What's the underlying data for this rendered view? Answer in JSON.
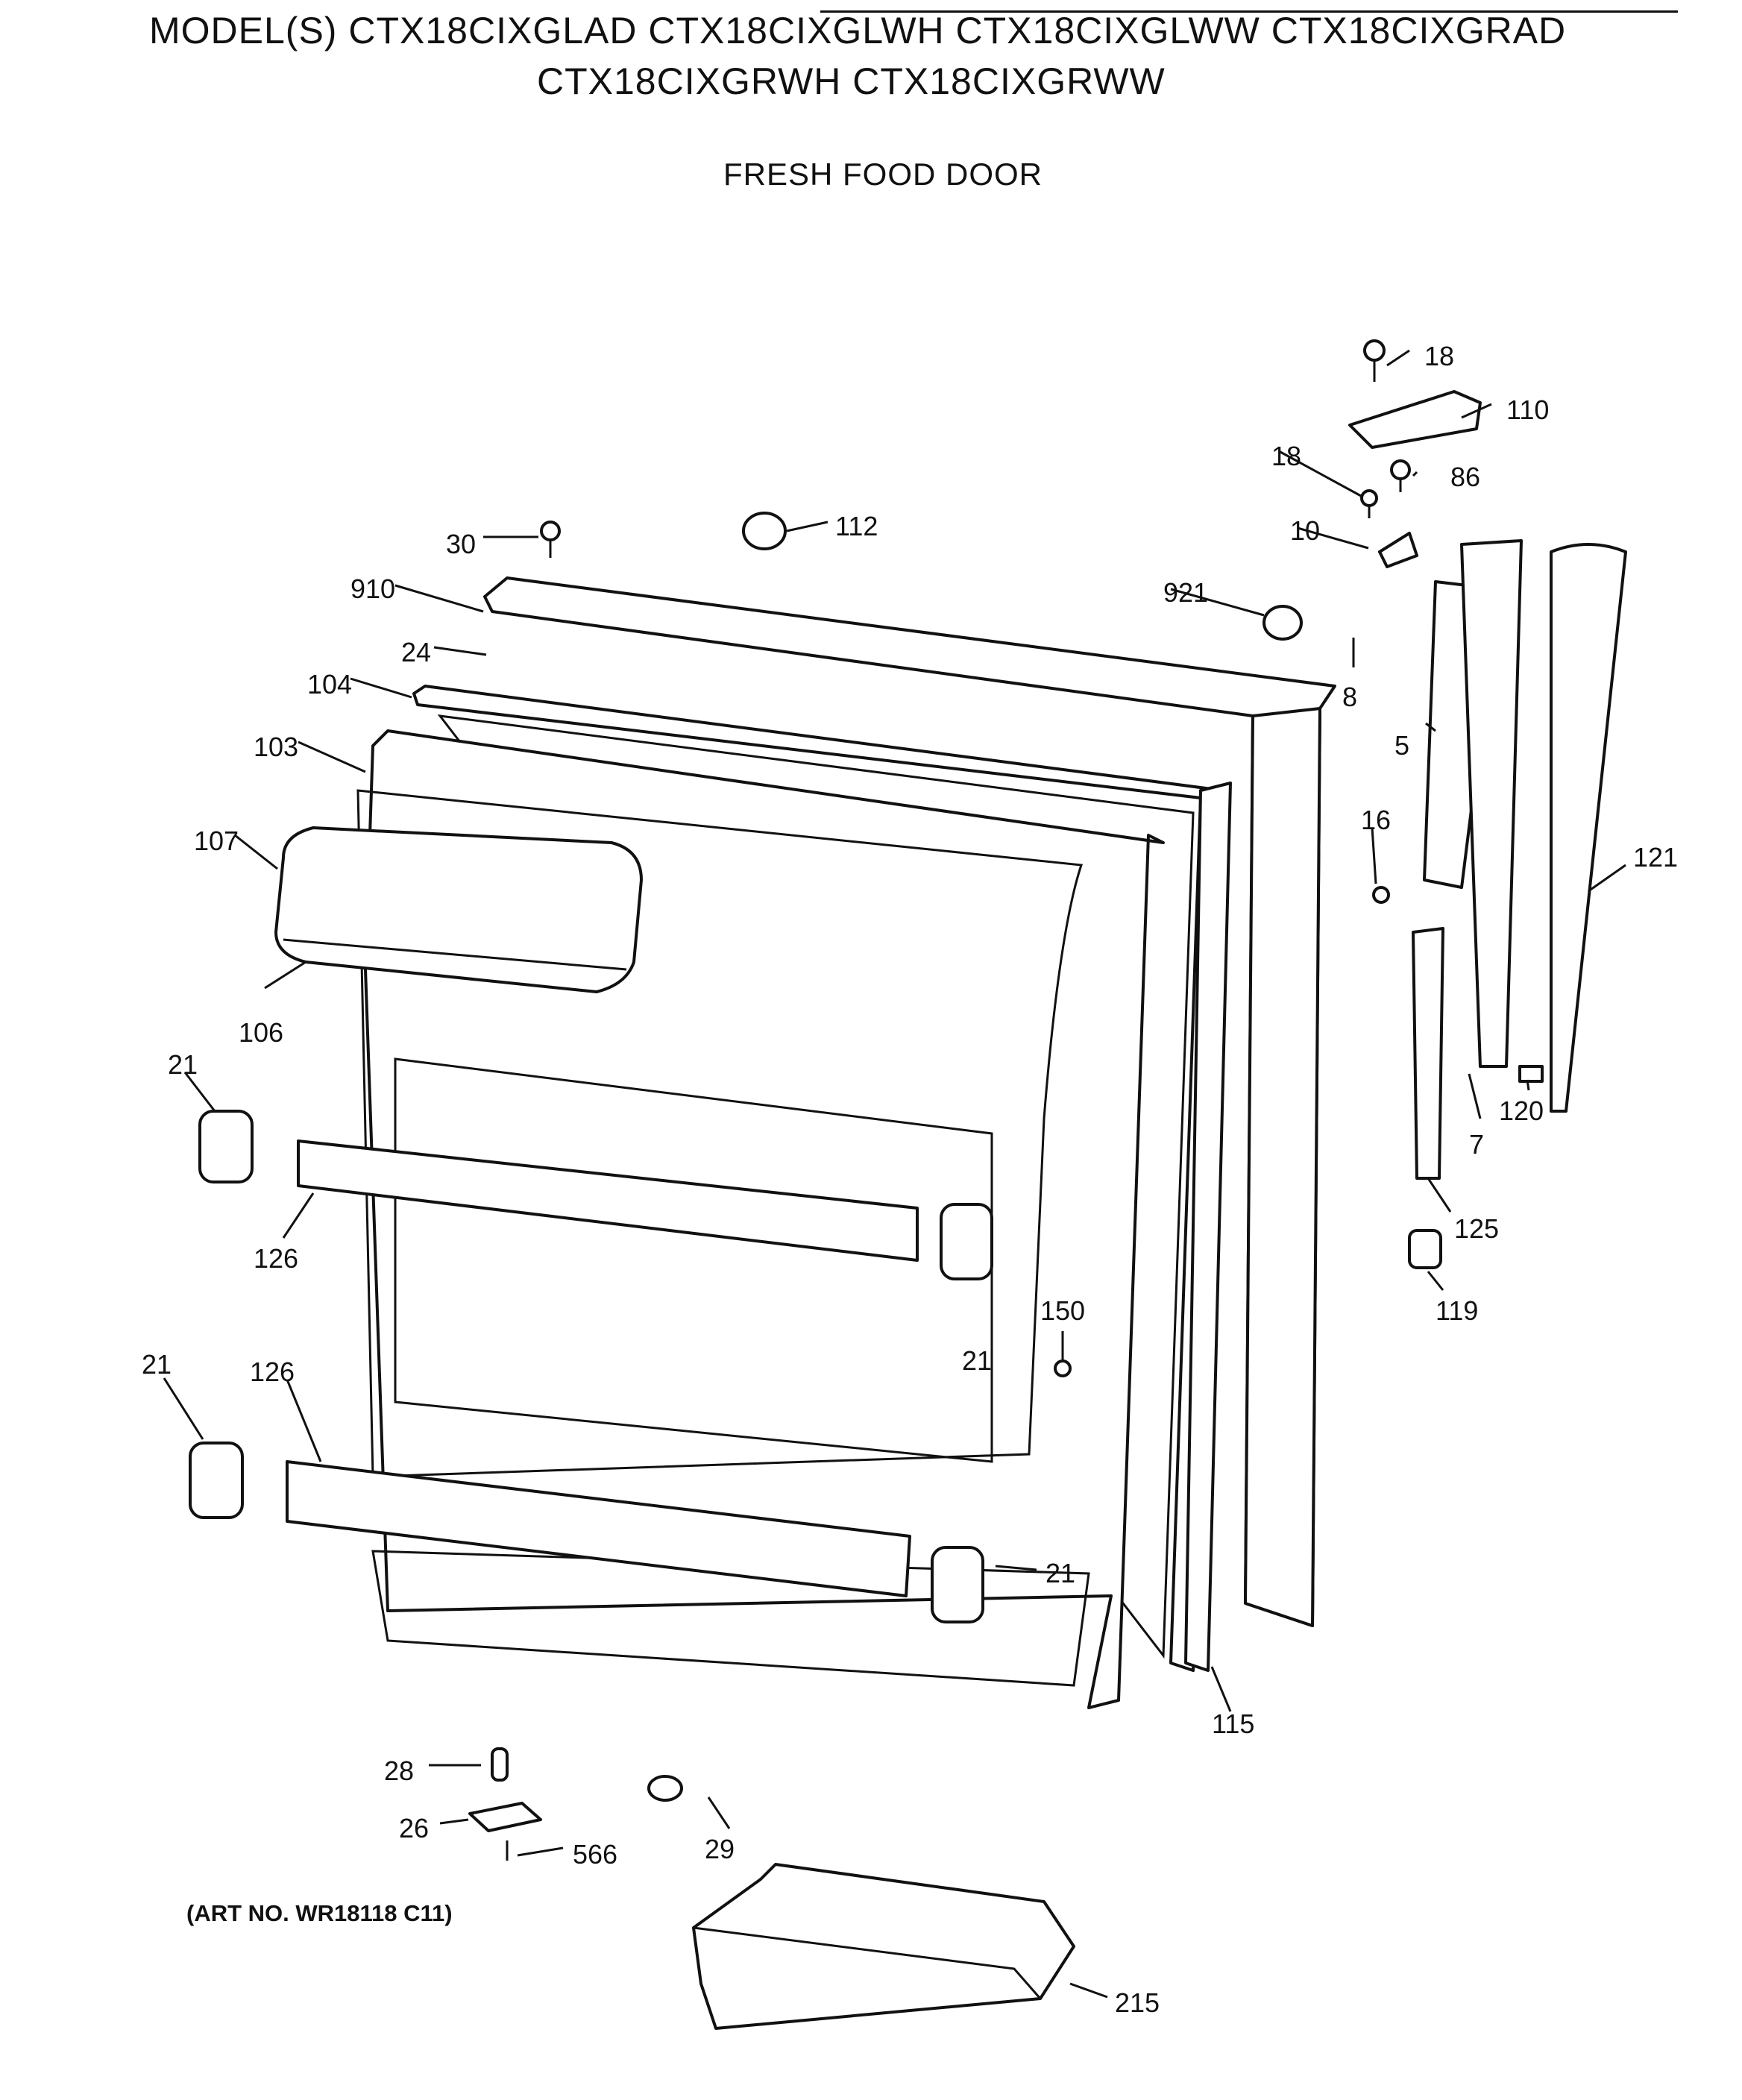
{
  "header": {
    "title_line1": "MODEL(S) CTX18CIXGLAD  CTX18CIXGLWH  CTX18CIXGLWW  CTX18CIXGRAD",
    "title_line2": "CTX18CIXGRWH  CTX18CIXGRWW",
    "subtitle": "FRESH FOOD DOOR"
  },
  "footer": {
    "art_no": "(ART NO. WR18118 C11)"
  },
  "callouts": [
    "18",
    "110",
    "18",
    "86",
    "10",
    "921",
    "8",
    "5",
    "16",
    "121",
    "30",
    "112",
    "910",
    "24",
    "104",
    "103",
    "107",
    "106",
    "21",
    "126",
    "21",
    "150",
    "120",
    "7",
    "125",
    "119",
    "21",
    "126",
    "21",
    "115",
    "28",
    "26",
    "566",
    "29",
    "215"
  ]
}
